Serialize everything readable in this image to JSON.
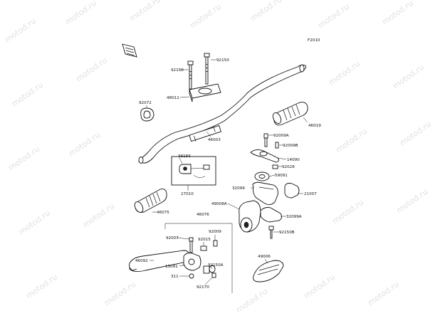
{
  "diagram_id": "F2010",
  "watermark": "motod.ru",
  "colors": {
    "line": "#111111",
    "background": "#ffffff",
    "watermark": "#c8c8c8"
  },
  "labels": {
    "p92150a": "92150",
    "p92150b": "92150",
    "p48012": "48012",
    "p92072": "92072",
    "p46003": "46003",
    "p46019": "46019",
    "p92009a": "92009A",
    "p92009b": "92009B",
    "p14090": "14090",
    "p92028": "92028",
    "p59091": "59091",
    "p32099": "32099",
    "p21007": "21007",
    "p39183": "39183",
    "p27010": "27010",
    "p46075": "46075",
    "p49008a": "49008A",
    "p32099a": "32099A",
    "p92150b_lower": "92150B",
    "p46076": "46076",
    "p92009": "92009",
    "p92007": "92007",
    "p92015": "92015",
    "p46092": "46092",
    "p13091": "13091",
    "p92150a_lower": "92150A",
    "p311": "311",
    "p92170": "92170",
    "p49006": "49006"
  }
}
